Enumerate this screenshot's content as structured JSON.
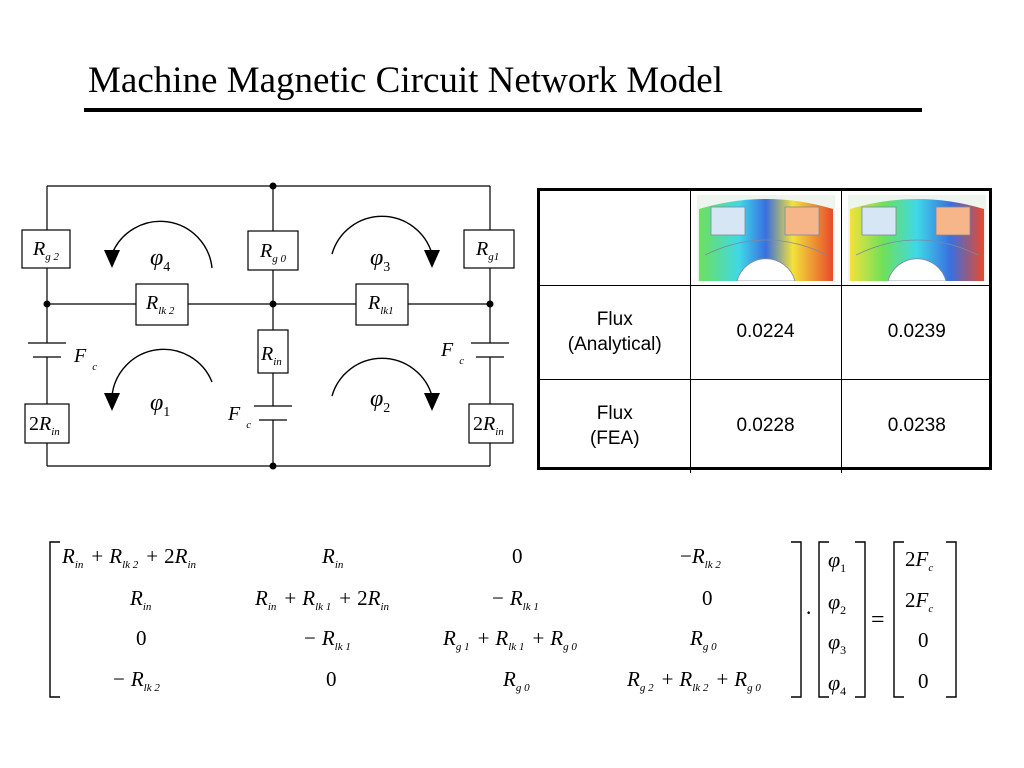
{
  "slide": {
    "title": "Machine Magnetic Circuit Network Model"
  },
  "circuit": {
    "resistors": {
      "rg2": {
        "main": "R",
        "sub": "g 2"
      },
      "rg0": {
        "main": "R",
        "sub": "g 0"
      },
      "rg1": {
        "main": "R",
        "sub": "g1"
      },
      "rlk2": {
        "main": "R",
        "sub": "lk 2"
      },
      "rlk1": {
        "main": "R",
        "sub": "lk1"
      },
      "rin": {
        "main": "R",
        "sub": "in"
      },
      "r2in_left": {
        "coef": "2",
        "main": "R",
        "sub": "in"
      },
      "r2in_right": {
        "coef": "2",
        "main": "R",
        "sub": "in"
      }
    },
    "sources": {
      "left": {
        "main": "F",
        "sub": "c"
      },
      "mid": {
        "main": "F",
        "sub": "c"
      },
      "right": {
        "main": "F",
        "sub": "c"
      }
    },
    "fluxes": {
      "phi4": {
        "main": "φ",
        "sub": "4"
      },
      "phi3": {
        "main": "φ",
        "sub": "3"
      },
      "phi1": {
        "main": "φ",
        "sub": "1"
      },
      "phi2": {
        "main": "φ",
        "sub": "2"
      }
    }
  },
  "results_table": {
    "rows": [
      {
        "label_line1": "Flux",
        "label_line2": "(Analytical)",
        "values": [
          "0.0224",
          "0.0239"
        ]
      },
      {
        "label_line1": "Flux",
        "label_line2": "(FEA)",
        "values": [
          "0.0228",
          "0.0238"
        ]
      }
    ],
    "colors": {
      "blue": "#3a6fe0",
      "cyan": "#3fd8e8",
      "green": "#6ee05a",
      "yellow": "#f3e23a",
      "red": "#e84a2c"
    }
  },
  "equation": {
    "dot": "·",
    "equals": "=",
    "zero": "0",
    "rhs": [
      {
        "coef": "2",
        "main": "F",
        "sub": "c"
      },
      {
        "coef": "2",
        "main": "F",
        "sub": "c"
      },
      {
        "value": "0"
      },
      {
        "value": "0"
      }
    ],
    "flux_vector": [
      {
        "main": "φ",
        "sub": "1"
      },
      {
        "main": "φ",
        "sub": "2"
      },
      {
        "main": "φ",
        "sub": "3"
      },
      {
        "main": "φ",
        "sub": "4"
      }
    ],
    "symbols": {
      "R": "R",
      "plus": "+",
      "minus": "−",
      "two": "2",
      "in": "in",
      "lk1": "lk 1",
      "lk2": "lk 2",
      "g0": "g 0",
      "g1": "g 1",
      "g2": "g 2"
    }
  }
}
